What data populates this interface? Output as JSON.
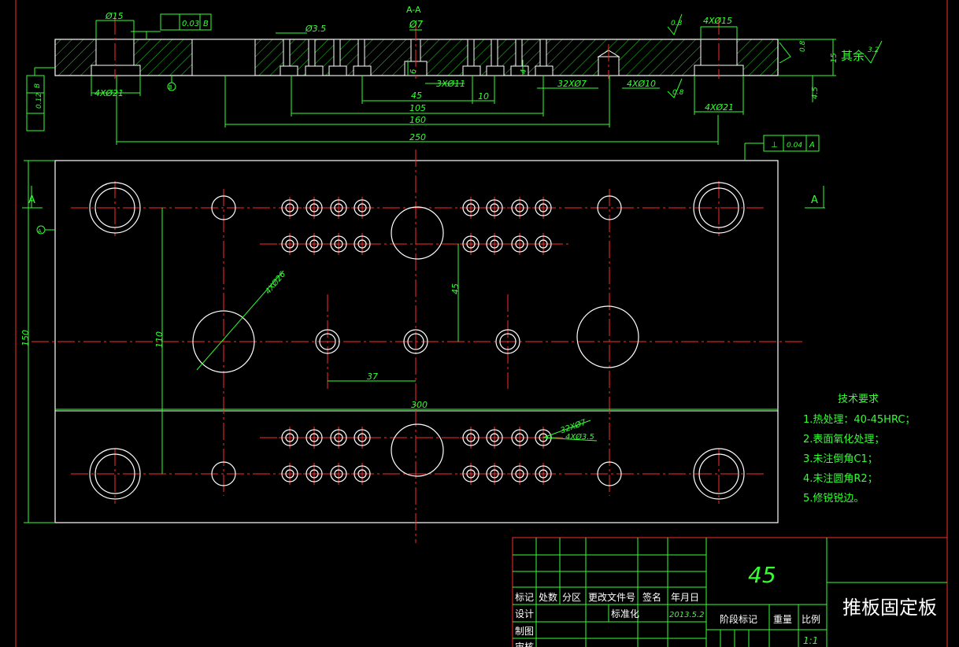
{
  "section_view": {
    "label": "A-A",
    "d15": "Ø15",
    "parallel_tol": "0.03",
    "parallel_datum": "B",
    "d35": "Ø3.5",
    "d7": "Ø7",
    "roughness_08a": "0.8",
    "d15_4x": "4XØ15",
    "rough_08b": "0.8",
    "rough_08c": "0.8",
    "d21_left": "4XØ21",
    "d21_right": "4XØ21",
    "d11": "3XØ11",
    "d7_32": "32XØ7",
    "d10": "4XØ10",
    "dim_6": "6",
    "dim_4": "4",
    "dim_45h": "45",
    "dim_10": "10",
    "dim_105": "105",
    "dim_160": "160",
    "dim_250": "250",
    "dim_15": "15",
    "dim_45v": "4.5",
    "rest": "其余",
    "rest_val": "3.2",
    "left_tol": "0.12",
    "left_datum": "B",
    "datum_b_marker": "B"
  },
  "plan_view": {
    "perp_tol": "0.04",
    "perp_datum": "A",
    "section_a_left": "A",
    "section_a_right": "A",
    "datum_marker": "A",
    "dim_150": "150",
    "dim_110": "110",
    "dim_45": "45",
    "dim_37": "37",
    "dim_300": "300",
    "d26": "4XØ26",
    "d7_32": "32XØ7",
    "d35_4x": "4XØ3.5"
  },
  "tech_requirements": {
    "title": "技术要求",
    "items": [
      "1.热处理：40-45HRC；",
      "2.表面氧化处理；",
      "3.未注倒角C1；",
      "4.未注圆角R2；",
      "5.修锐锐边。"
    ]
  },
  "title_block": {
    "material": "45",
    "part_name": "推板固定板",
    "headers": [
      "标记",
      "处数",
      "分区",
      "更改文件号",
      "签名",
      "年月日"
    ],
    "design": "设计",
    "standard": "标准化",
    "date": "2013.5.2",
    "draw": "制图",
    "review": "审核",
    "stage": "阶段标记",
    "weight": "重量",
    "scale": "比例",
    "scale_val": "1:1"
  }
}
